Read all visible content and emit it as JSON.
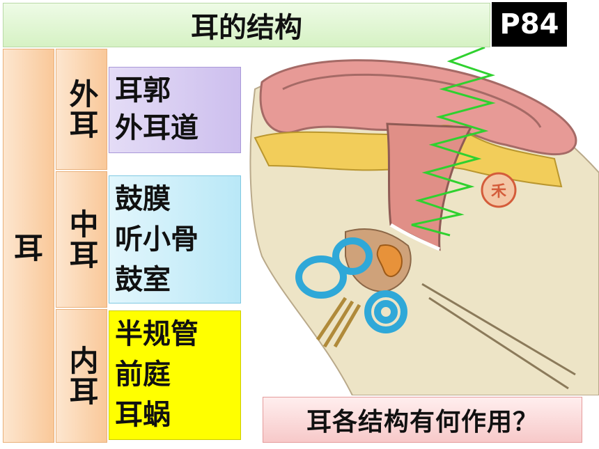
{
  "title": "耳的结构",
  "page_tag": "P84",
  "ear_label": "耳",
  "sections": {
    "outer": {
      "label": "外耳",
      "items": [
        "耳郭",
        "外耳道"
      ]
    },
    "middle": {
      "label": "中耳",
      "items": [
        "鼓膜",
        "听小骨",
        "鼓室"
      ]
    },
    "inner": {
      "label": "内耳",
      "items": [
        "半规管",
        "前庭",
        "耳蜗"
      ]
    }
  },
  "question": "耳各结构有何作用？",
  "colors": {
    "title_bg": "#d6f2c4",
    "label_bg": "#f9c899",
    "outer_box": "#cdbfee",
    "middle_box": "#b9e8f7",
    "inner_box": "#ffff00",
    "question_bg": "#f7c9c9",
    "sound_wave": "#2fd12f"
  }
}
